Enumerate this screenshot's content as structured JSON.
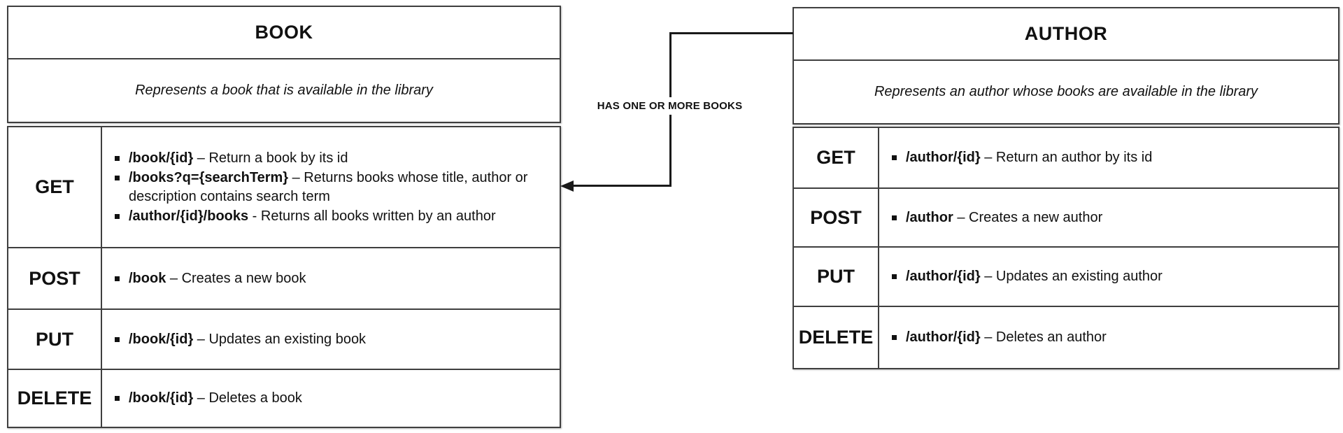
{
  "relationship": {
    "label": "HAS ONE OR MORE BOOKS"
  },
  "colors": {
    "border": "#3f3f3f",
    "text": "#111111",
    "background": "#ffffff",
    "connector": "#1a1a1a"
  },
  "entities": [
    {
      "title": "BOOK",
      "description": "Represents a book that is available in the library",
      "methods": [
        {
          "verb": "GET",
          "endpoints": [
            {
              "path": "/book/{id}",
              "rest": " – Return a book by its id"
            },
            {
              "path": "/books?q={searchTerm}",
              "rest": " – Returns books whose title, author or description contains search term"
            },
            {
              "path": "/author/{id}/books",
              "rest": " - Returns all books written by an author"
            }
          ]
        },
        {
          "verb": "POST",
          "endpoints": [
            {
              "path": "/book",
              "rest": " – Creates a new book"
            }
          ]
        },
        {
          "verb": "PUT",
          "endpoints": [
            {
              "path": "/book/{id}",
              "rest": " – Updates an existing book"
            }
          ]
        },
        {
          "verb": "DELETE",
          "endpoints": [
            {
              "path": "/book/{id}",
              "rest": " – Deletes a book"
            }
          ]
        }
      ]
    },
    {
      "title": "AUTHOR",
      "description": "Represents an author whose books are available in the library",
      "methods": [
        {
          "verb": "GET",
          "endpoints": [
            {
              "path": "/author/{id}",
              "rest": " – Return an author by its id"
            }
          ]
        },
        {
          "verb": "POST",
          "endpoints": [
            {
              "path": "/author",
              "rest": " – Creates a new author"
            }
          ]
        },
        {
          "verb": "PUT",
          "endpoints": [
            {
              "path": "/author/{id}",
              "rest": " – Updates an existing author"
            }
          ]
        },
        {
          "verb": "DELETE",
          "endpoints": [
            {
              "path": "/author/{id}",
              "rest": " – Deletes an author"
            }
          ]
        }
      ]
    }
  ]
}
